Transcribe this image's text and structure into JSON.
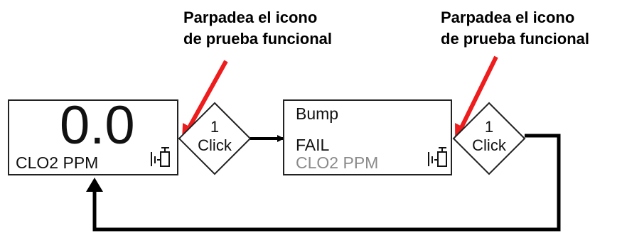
{
  "annotations": {
    "left": {
      "line1": "Parpadea el icono",
      "line2": "de prueba funcional"
    },
    "right": {
      "line1": "Parpadea el icono",
      "line2": "de prueba funcional"
    }
  },
  "screen1": {
    "reading": "0.0",
    "gas_unit": "CLO2 PPM",
    "icon": "bump-test-icon"
  },
  "screen2": {
    "line1": "Bump",
    "line2": "FAIL",
    "gas_unit": "CLO2 PPM",
    "icon": "bump-test-icon"
  },
  "decision1": {
    "count": "1",
    "action": "Click"
  },
  "decision2": {
    "count": "1",
    "action": "Click"
  },
  "colors": {
    "annotation_arrow": "#ee1c1c",
    "flow": "#000000",
    "muted_text": "#8a8a8a"
  }
}
